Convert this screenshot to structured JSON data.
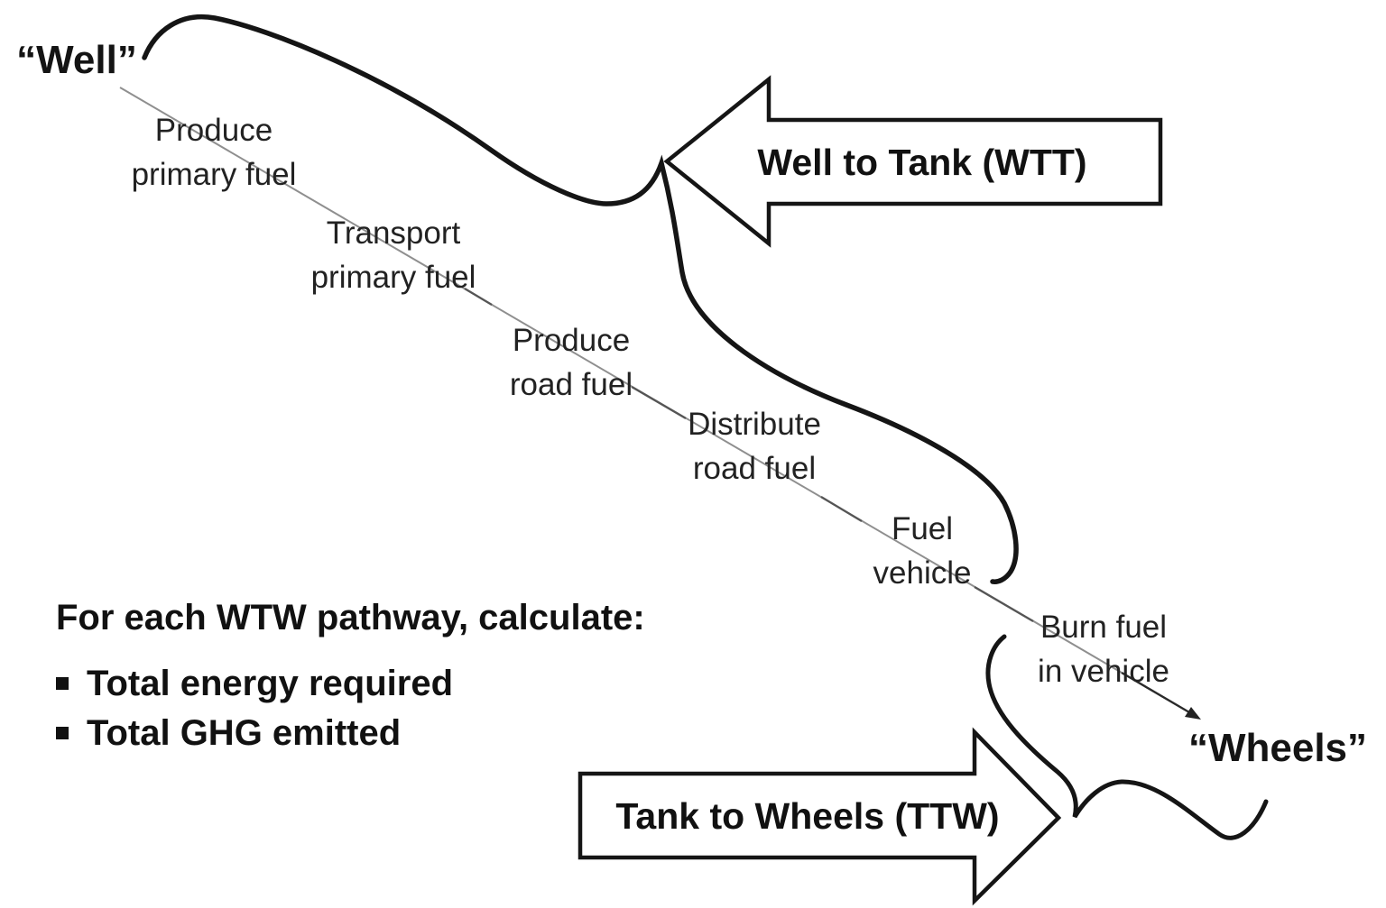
{
  "diagram": {
    "endpoints": {
      "start": "“Well”",
      "end": "“Wheels”"
    },
    "steps": [
      {
        "line1": "Produce",
        "line2": "primary fuel"
      },
      {
        "line1": "Transport",
        "line2": "primary fuel"
      },
      {
        "line1": "Produce",
        "line2": "road fuel"
      },
      {
        "line1": "Distribute",
        "line2": "road fuel"
      },
      {
        "line1": "Fuel",
        "line2": "vehicle"
      },
      {
        "line1": "Burn fuel",
        "line2": "in vehicle"
      }
    ],
    "segment_arrows": {
      "wtt_label": "Well to Tank (WTT)",
      "ttw_label": "Tank to Wheels (TTW)"
    },
    "note": {
      "heading": "For each WTW pathway, calculate:",
      "bullets": [
        "Total energy required",
        "Total GHG emitted"
      ]
    },
    "colors": {
      "ink": "#111111",
      "chain_line": "#8f8f8f",
      "background": "#ffffff"
    }
  }
}
